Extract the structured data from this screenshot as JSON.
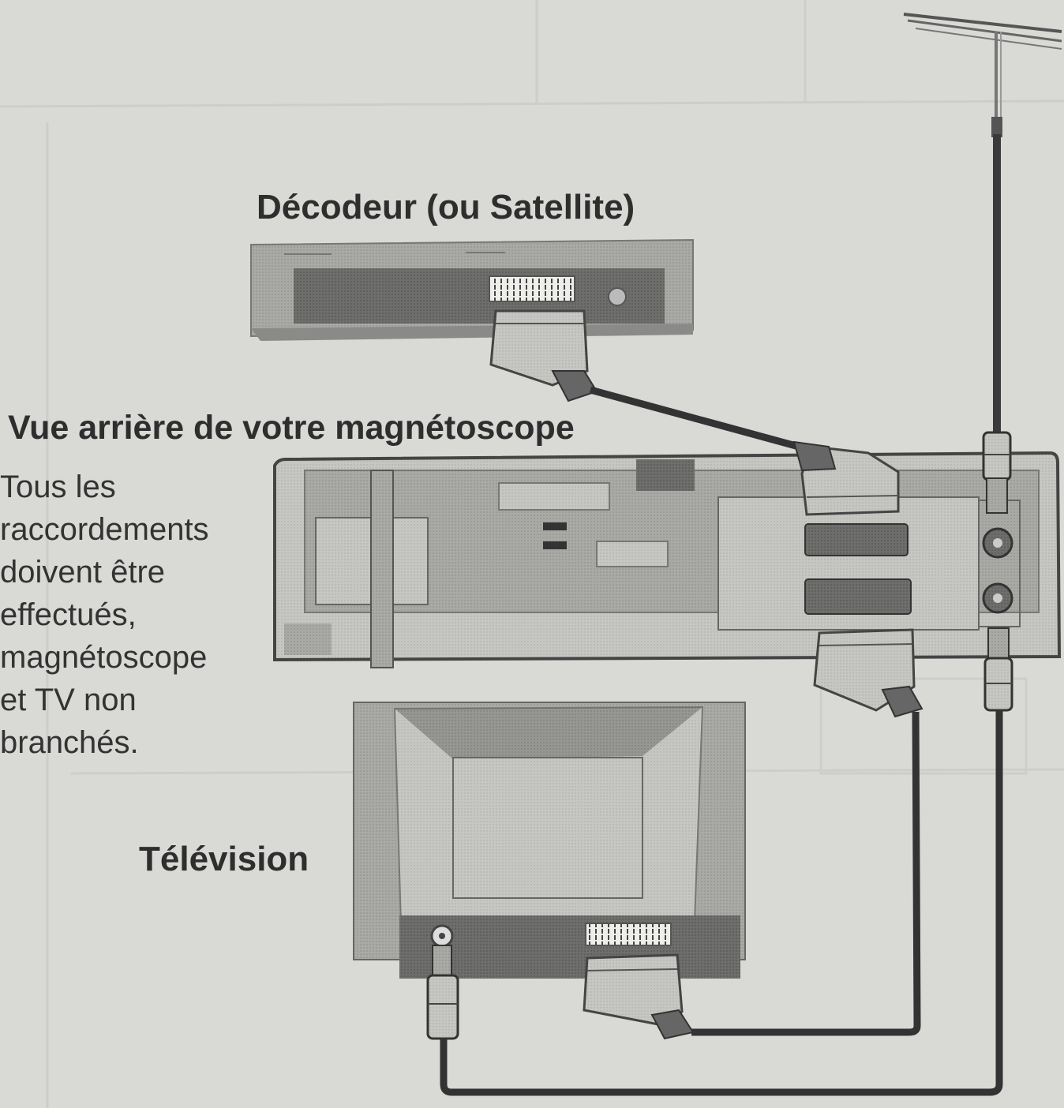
{
  "decoder": {
    "label": "Décodeur (ou Satellite)"
  },
  "vcr": {
    "label": "Vue arrière de votre magnétoscope"
  },
  "note": {
    "lines": [
      "Tous les",
      "raccordements",
      "doivent être",
      "effectués,",
      "magnétoscope",
      "et TV non",
      "branchés."
    ]
  },
  "tv": {
    "label": "Télévision"
  },
  "colors": {
    "background": "#d9d9d6",
    "cable": "#3a3a3a",
    "device": "#9a9a98",
    "text": "#2e2e2e"
  }
}
